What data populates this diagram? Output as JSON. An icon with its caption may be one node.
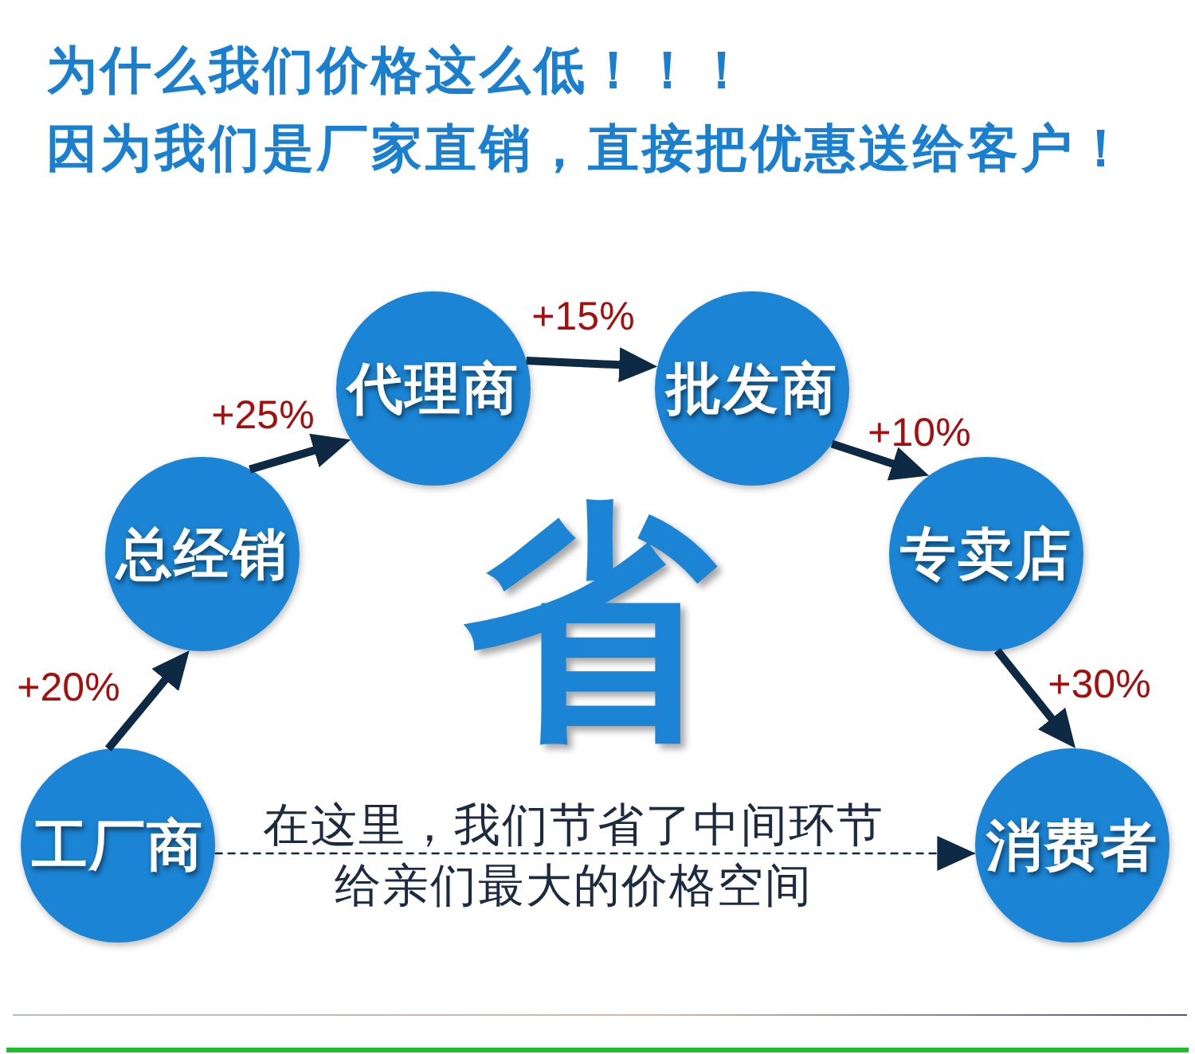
{
  "diagram": {
    "title": "为什么我们价格这么低！！！",
    "nodes": [
      {
        "text": [
          "工厂商"
        ]
      },
      {
        "text": [
          "总经销"
        ]
      },
      {
        "text": [
          "代理商"
        ]
      },
      {
        "text": [
          "批发商"
        ]
      },
      {
        "text": [
          "专卖店"
        ]
      },
      {
        "text": [
          "消费者"
        ]
      }
    ],
    "edges": [
      {
        "from": 0,
        "to": 1,
        "arrow": "to",
        "label": "+20%"
      },
      {
        "from": 1,
        "to": 2,
        "arrow": "to",
        "label": "+25%"
      },
      {
        "from": 2,
        "to": 3,
        "arrow": "to",
        "label": "+15%"
      },
      {
        "from": 3,
        "to": 4,
        "arrow": "to",
        "label": "+10%"
      },
      {
        "from": 4,
        "to": 5,
        "arrow": "to",
        "label": "+30%"
      },
      {
        "from": 0,
        "to": 5,
        "arrow": "to",
        "style": "dashed",
        "label": "在这里，我们节省了中间环节给亲们最大的价格空间"
      }
    ],
    "labels": [
      "因为我们是厂家直销，直接把优惠送给客户！",
      "省"
    ]
  }
}
